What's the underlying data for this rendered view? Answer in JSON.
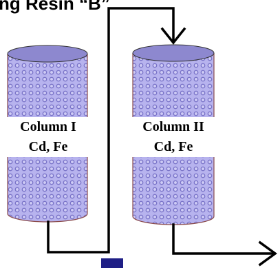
{
  "title": "ng Resin “B”",
  "colors": {
    "column_fill": "#b7b3ee",
    "column_dots": "#7a74c8",
    "column_top": "#8d88cf",
    "line": "#000000",
    "marker": "#1f1f86"
  },
  "columns": [
    {
      "name": "Column I",
      "contents": "Cd, Fe"
    },
    {
      "name": "Column II",
      "contents": "Cd, Fe"
    }
  ]
}
